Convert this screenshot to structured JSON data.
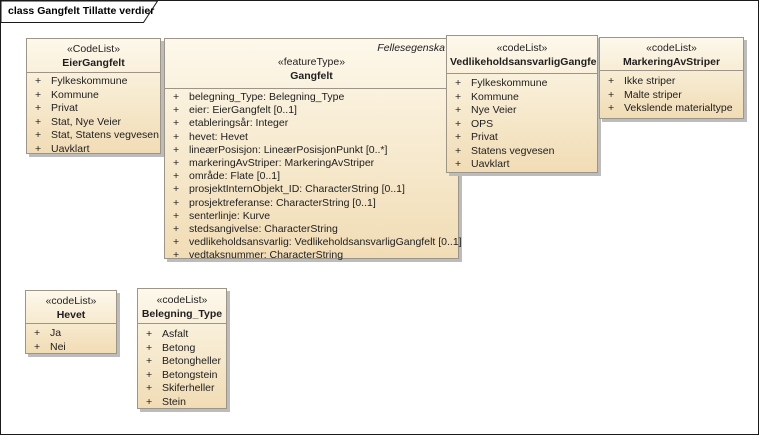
{
  "frame": {
    "title": "class Gangfelt Tillatte verdier"
  },
  "visibility_prefix": "+",
  "colors": {
    "box_fill_top": "#fdf8eb",
    "box_fill_bottom": "#f1dcb5",
    "box_border": "#9c9588",
    "box_shadow": "#bcbcbc",
    "frame_border": "#1a1a1a",
    "text": "#1e1e1e",
    "background": "#ffffff"
  },
  "classes": [
    {
      "id": "eiergangfelt",
      "stereotype": "«CodeList»",
      "name": "EierGangfelt",
      "attributes": [
        "Fylkeskommune",
        "Kommune",
        "Privat",
        "Stat, Nye Veier",
        "Stat, Statens vegvesen",
        "Uavklart"
      ]
    },
    {
      "id": "gangfelt",
      "stereotype": "«featureType»",
      "name": "Gangfelt",
      "package_label": "Fellesegenska",
      "attributes": [
        "belegning_Type: Belegning_Type",
        "eier: EierGangfelt [0..1]",
        "etableringsår: Integer",
        "hevet: Hevet",
        "lineærPosisjon: LineærPosisjonPunkt [0..*]",
        "markeringAvStriper: MarkeringAvStriper",
        "område: Flate [0..1]",
        "prosjektInternObjekt_ID: CharacterString [0..1]",
        "prosjektreferanse: CharacterString [0..1]",
        "senterlinje: Kurve",
        "stedsangivelse: CharacterString",
        "vedlikeholdsansvarlig: VedlikeholdsansvarligGangfelt [0..1]",
        "vedtaksnummer: CharacterString"
      ]
    },
    {
      "id": "vedlikeholdsansvarliggangfelt",
      "stereotype": "«codeList»",
      "name": "VedlikeholdsansvarligGangfe",
      "attributes": [
        "Fylkeskommune",
        "Kommune",
        "Nye Veier",
        "OPS",
        "Privat",
        "Statens vegvesen",
        "Uavklart"
      ]
    },
    {
      "id": "markeringavstriper",
      "stereotype": "«codeList»",
      "name": "MarkeringAvStriper",
      "attributes": [
        "Ikke striper",
        "Malte striper",
        "Vekslende materialtype"
      ]
    },
    {
      "id": "hevet",
      "stereotype": "«codeList»",
      "name": "Hevet",
      "attributes": [
        "Ja",
        "Nei"
      ]
    },
    {
      "id": "belegning_type",
      "stereotype": "«codeList»",
      "name": "Belegning_Type",
      "attributes": [
        "Asfalt",
        "Betong",
        "Betongheller",
        "Betongstein",
        "Skiferheller",
        "Stein"
      ]
    }
  ]
}
